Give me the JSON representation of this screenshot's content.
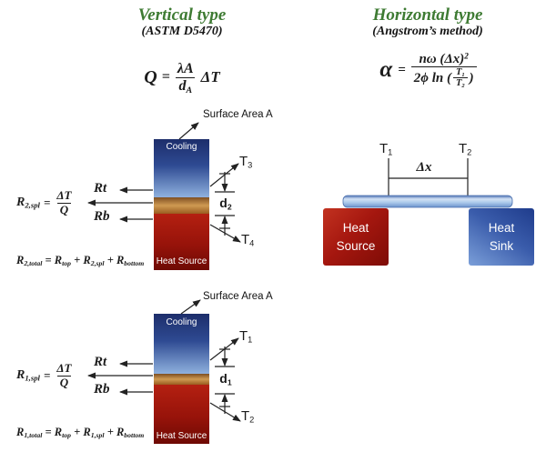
{
  "colors": {
    "title_green": "#3e7b33",
    "text_dark": "#1c1c1c",
    "cooling_blue_top": "#1d2e6b",
    "cooling_blue_bottom": "#8fb1de",
    "band_orange": "#cf9a52",
    "heat_red": "#a91509",
    "sink_blue": "#3a5cab",
    "rod_blue": "#aac8ea"
  },
  "vertical": {
    "title": "Vertical type",
    "subtitle": "(ASTM D5470)",
    "formula": {
      "lhs": "Q",
      "eq": "=",
      "num": "λA",
      "den_base": "d",
      "den_sub": "A",
      "suffix": "ΔT"
    },
    "labels": {
      "surface_area": "Surface Area A",
      "cooling": "Cooling",
      "heat_source": "Heat Source",
      "rt": "Rt",
      "rb": "Rb"
    },
    "r": {
      "base": "R",
      "eq": "=",
      "plus": "+",
      "frac_num": "ΔT",
      "frac_den": "Q",
      "sub_top": "top",
      "sub_bottom": "bottom"
    },
    "top_diagram": {
      "t_upper_base": "T",
      "t_upper_sub": "3",
      "t_lower_base": "T",
      "t_lower_sub": "4",
      "d_base": "d",
      "d_sub": "2",
      "spl_sub": "2,spl",
      "total_sub": "2,total"
    },
    "bottom_diagram": {
      "t_upper_base": "T",
      "t_upper_sub": "1",
      "t_lower_base": "T",
      "t_lower_sub": "2",
      "d_base": "d",
      "d_sub": "1",
      "spl_sub": "1,spl",
      "total_sub": "1,total"
    }
  },
  "horizontal": {
    "title": "Horizontal type",
    "subtitle": "(Angstrom’s method)",
    "formula": {
      "lhs": "α",
      "eq": "=",
      "num_main": "nω (Δx)",
      "num_sup": "2",
      "den_pre": "2ϕ ln (",
      "den_close": ")",
      "tnum_base": "T",
      "tnum_sub": "1",
      "tden_base": "T",
      "tden_sub": "2"
    },
    "labels": {
      "t1_base": "T",
      "t1_sub": "1",
      "t2_base": "T",
      "t2_sub": "2",
      "dx": "Δx",
      "heat_source_line1": "Heat",
      "heat_source_line2": "Source",
      "heat_sink_line1": "Heat",
      "heat_sink_line2": "Sink"
    }
  }
}
